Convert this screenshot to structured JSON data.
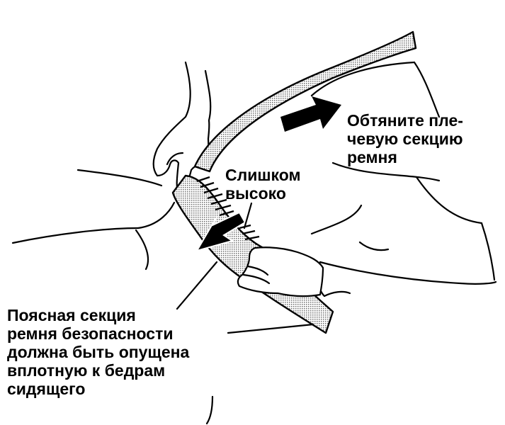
{
  "labels": {
    "shoulder": [
      "Обтяните пле-",
      "чевую секцию",
      "ремня"
    ],
    "too_high": [
      "Слишком",
      "высоко"
    ],
    "lap": [
      "Поясная секция",
      "ремня безопасности",
      "должна быть опущена",
      "вплотную к бедрам",
      "сидящего"
    ]
  },
  "colors": {
    "ink": "#000000",
    "background": "#ffffff",
    "belt_dots": "#8c8c8c"
  },
  "icons": [
    "arrow-right-icon",
    "arrow-down-left-icon"
  ]
}
